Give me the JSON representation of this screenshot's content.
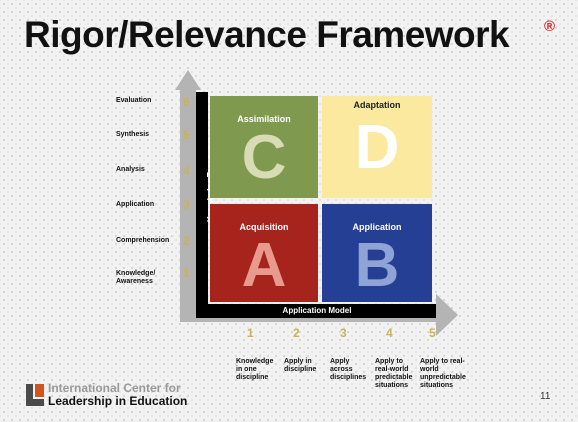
{
  "title": "Rigor/Relevance Framework",
  "registered_mark": "®",
  "y_axis": {
    "title": "Knowledge Taxonomy",
    "levels": [
      {
        "label": "Evaluation",
        "num": "6"
      },
      {
        "label": "Synthesis",
        "num": "5"
      },
      {
        "label": "Analysis",
        "num": "4"
      },
      {
        "label": "Application",
        "num": "3"
      },
      {
        "label": "Comprehension",
        "num": "2"
      },
      {
        "label": "Knowledge/ Awareness",
        "num": "1"
      }
    ]
  },
  "x_axis": {
    "title": "Application Model",
    "levels": [
      {
        "num": "1",
        "label": "Knowledge in one discipline"
      },
      {
        "num": "2",
        "label": "Apply in discipline"
      },
      {
        "num": "3",
        "label": "Apply across disciplines"
      },
      {
        "num": "4",
        "label": "Apply to real-world predictable situations"
      },
      {
        "num": "5",
        "label": "Apply to real-world unpredictable situations"
      }
    ]
  },
  "quadrants": {
    "c": {
      "name": "Assimilation",
      "letter": "C",
      "color": "#7f9a4e"
    },
    "d": {
      "name": "Adaptation",
      "letter": "D",
      "color": "#fbe9a0"
    },
    "a": {
      "name": "Acquisition",
      "letter": "A",
      "color": "#a6241c"
    },
    "b": {
      "name": "Application",
      "letter": "B",
      "color": "#243f94"
    }
  },
  "logo": {
    "line1": "International Center for",
    "line2": "Leadership in Education"
  },
  "page_number": "11"
}
